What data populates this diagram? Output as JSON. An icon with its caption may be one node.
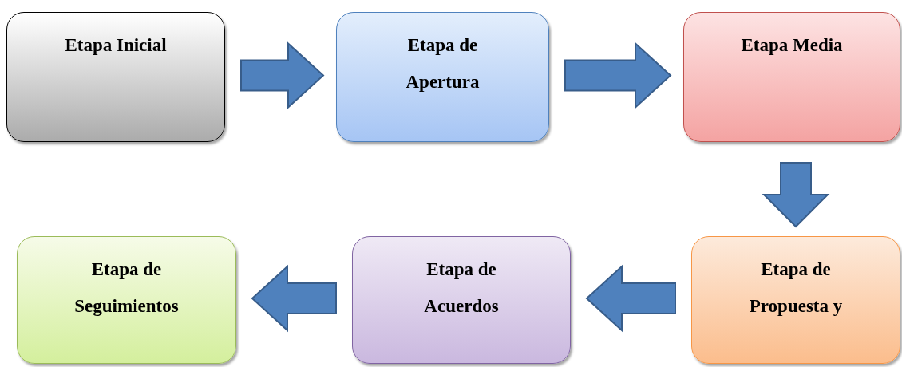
{
  "diagram": {
    "nodes": [
      {
        "text": [
          "Etapa Inicial"
        ]
      },
      {
        "text": [
          "Etapa de Apertura"
        ]
      },
      {
        "text": [
          "Etapa Media"
        ]
      },
      {
        "text": [
          "Etapa de Propuesta y"
        ]
      },
      {
        "text": [
          "Etapa de Acuerdos"
        ]
      },
      {
        "text": [
          "Etapa de Seguimientos"
        ]
      }
    ],
    "edges": [
      {
        "from": 0,
        "to": 1,
        "arrow": "to"
      },
      {
        "from": 1,
        "to": 2,
        "arrow": "to"
      },
      {
        "from": 2,
        "to": 3,
        "arrow": "to"
      },
      {
        "from": 3,
        "to": 4,
        "arrow": "to"
      },
      {
        "from": 4,
        "to": 5,
        "arrow": "to"
      }
    ]
  }
}
